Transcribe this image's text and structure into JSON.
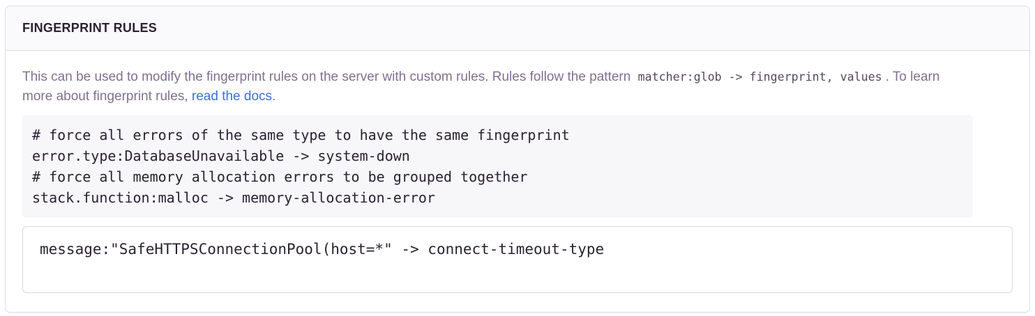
{
  "panel": {
    "title": "FINGERPRINT RULES"
  },
  "description": {
    "text_before": "This can be used to modify the fingerprint rules on the server with custom rules. Rules follow the pattern ",
    "inline_code": "matcher:glob -> fingerprint, values",
    "text_middle": ". To learn more about fingerprint rules, ",
    "link_label": "read the docs",
    "text_after": "."
  },
  "code_example": {
    "text": "# force all errors of the same type to have the same fingerprint\nerror.type:DatabaseUnavailable -> system-down\n# force all memory allocation errors to be grouped together\nstack.function:malloc -> memory-allocation-error"
  },
  "rules_input": {
    "value": "message:\"SafeHTTPSConnectionPool(host=*\" -> connect-timeout-type"
  },
  "colors": {
    "link": "#3c6fdb",
    "panel_border": "#e0dce5",
    "header_background": "#faf9fb",
    "header_text": "#2b2233",
    "description_text": "#80708f",
    "code_text": "#2b2233",
    "code_block_background": "#f7f6f9"
  }
}
